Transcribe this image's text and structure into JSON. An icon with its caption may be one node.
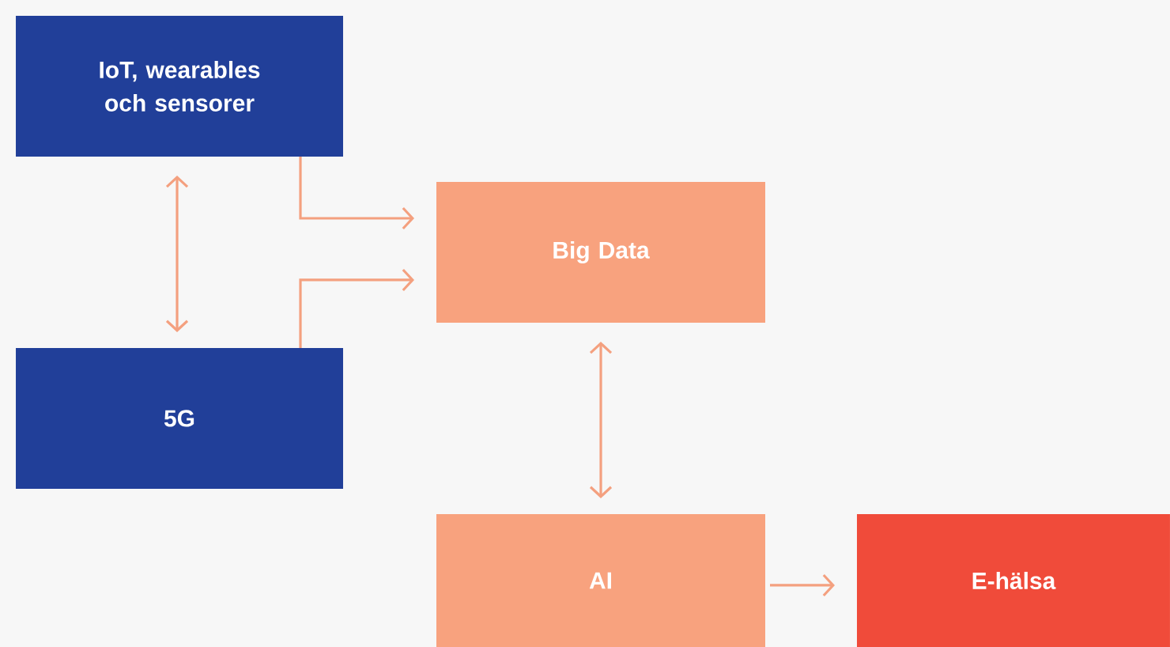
{
  "diagram": {
    "nodes": [
      {
        "text": [
          "IoT, wearables och sensorer"
        ]
      },
      {
        "text": [
          "5G"
        ]
      },
      {
        "text": [
          "Big Data"
        ]
      },
      {
        "text": [
          "AI"
        ]
      },
      {
        "text": [
          "E-hälsa"
        ]
      }
    ],
    "edges": [
      {
        "from": 0,
        "to": 1,
        "arrow": "both"
      },
      {
        "from": 0,
        "to": 2,
        "arrow": "to"
      },
      {
        "from": 1,
        "to": 2,
        "arrow": "to"
      },
      {
        "from": 2,
        "to": 3,
        "arrow": "both"
      },
      {
        "from": 3,
        "to": 4,
        "arrow": "to"
      }
    ]
  }
}
